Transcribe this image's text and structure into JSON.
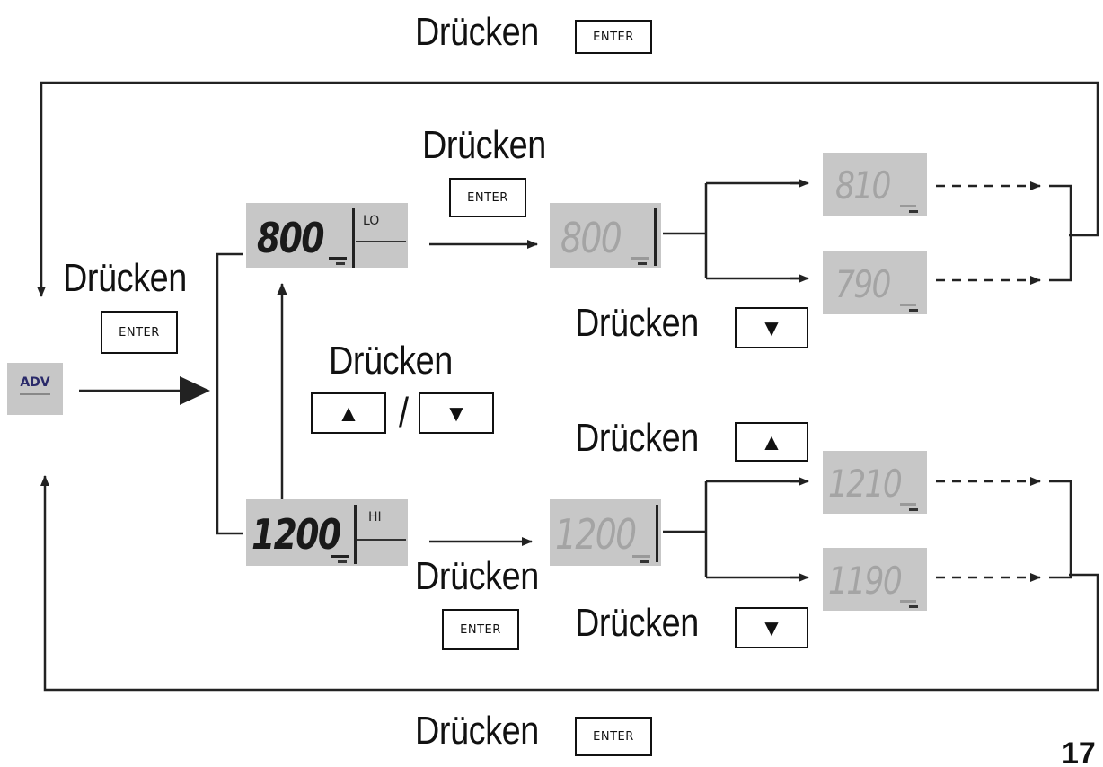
{
  "labels": {
    "top_press": "Drücken",
    "upper_press": "Drücken",
    "left_press": "Drücken",
    "middle_press": "Drücken",
    "right_upper_press": "Drücken",
    "right_middle_press": "Drücken",
    "lower_press": "Drücken",
    "right_lower_press": "Drücken",
    "bottom_press": "Drücken"
  },
  "keys": {
    "enter": "ENTER",
    "up": "▲",
    "down": "▼",
    "slash": "/"
  },
  "start": {
    "label": "ADV"
  },
  "displays": {
    "lo_active": {
      "value": "800",
      "mode": "LO"
    },
    "hi_active": {
      "value": "1200",
      "mode": "HI"
    },
    "lo_edit": {
      "value": "800"
    },
    "hi_edit": {
      "value": "1200"
    },
    "lo_up": {
      "value": "810"
    },
    "lo_down": {
      "value": "790"
    },
    "hi_up": {
      "value": "1210"
    },
    "hi_down": {
      "value": "1190"
    }
  },
  "page_number": "17",
  "colors": {
    "lcd_background": "#c7c7c7",
    "line": "#222222"
  }
}
